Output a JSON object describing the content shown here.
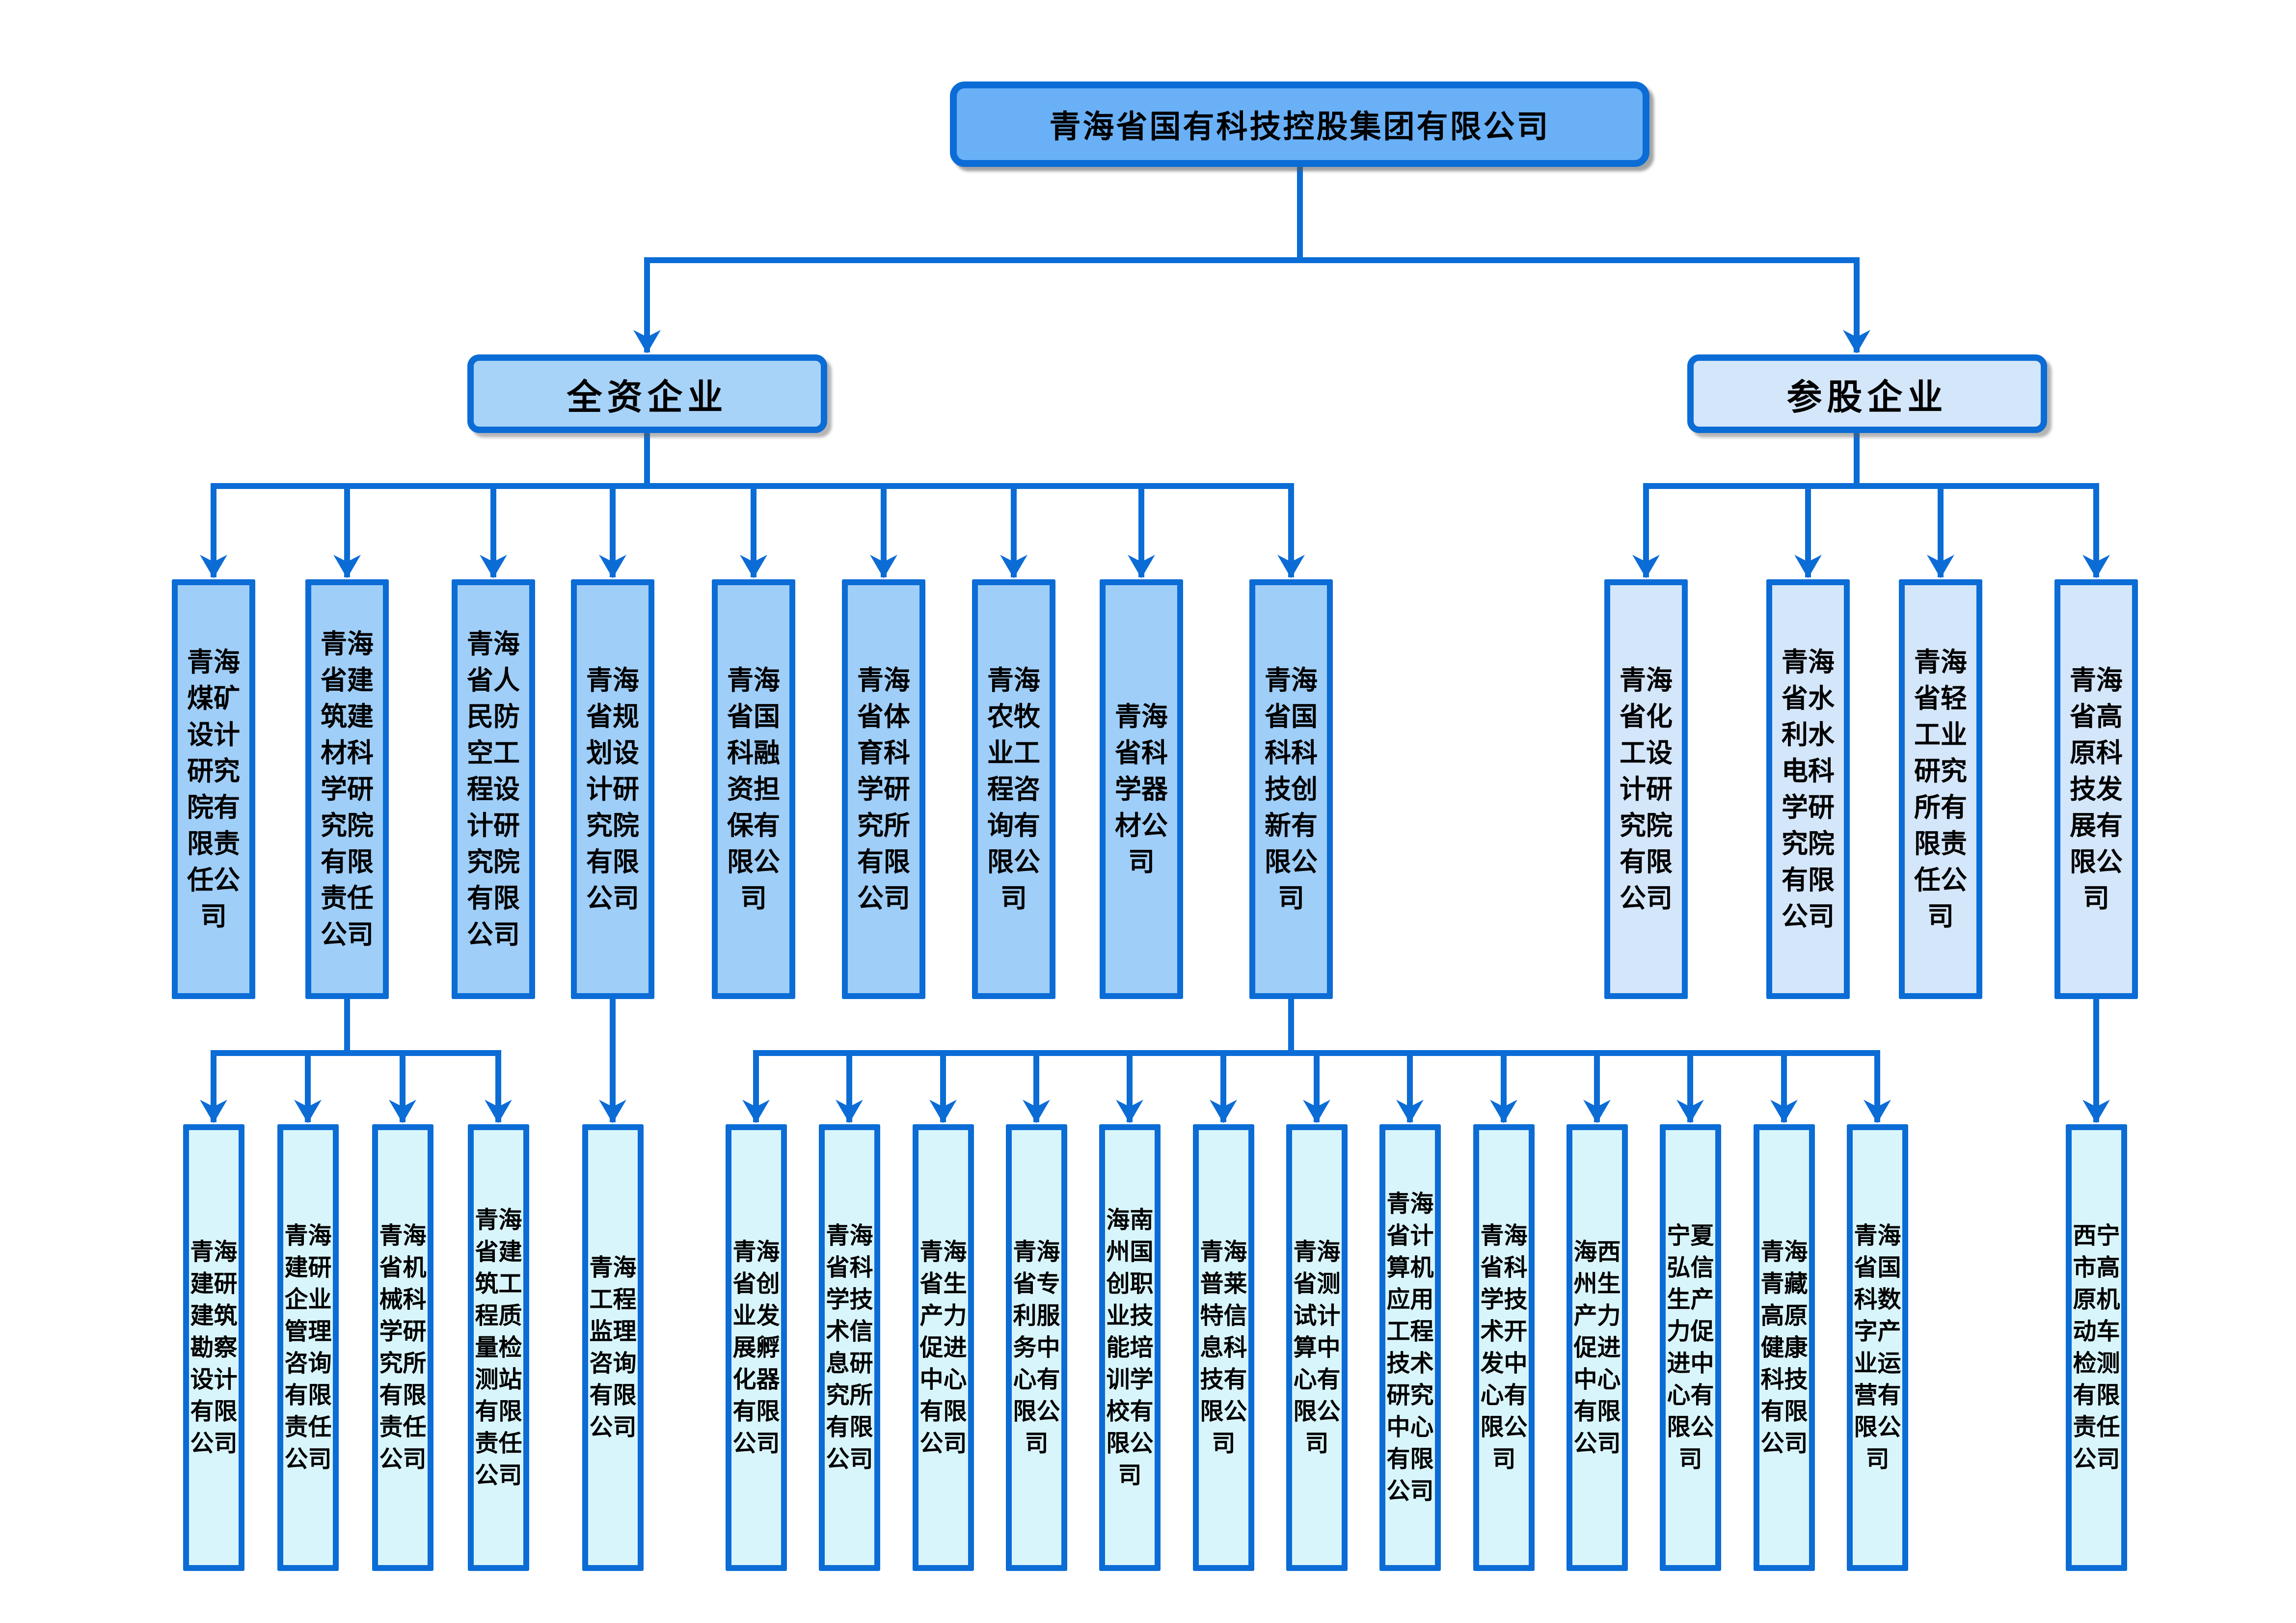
{
  "title": "青海省国有科技控股集团有限公司",
  "groups": {
    "wholly_owned": {
      "label": "全资企业",
      "companies": [
        "青海煤矿设计研究院有限责任公司",
        "青海省建筑建材科学研究院有限责任公司",
        "青海省人民防空工程设计研究院有限公司",
        "青海省规划设计研究院有限公司",
        "青海省国科融资担保有限公司",
        "青海省体育科学研究所有限公司",
        "青海农牧业工程咨询有限公司",
        "青海省科学器材公司",
        "青海省国科科技创新有限公司"
      ]
    },
    "equity": {
      "label": "参股企业",
      "companies": [
        "青海省化工设计研究院有限公司",
        "青海省水利水电科学研究院有限公司",
        "青海省轻工业研究所有限责任公司",
        "青海省高原科技发展有限公司"
      ]
    }
  },
  "subsidiaries": {
    "under_construction_institute": [
      "青海建研建筑勘察设计有限公司",
      "青海建研企业管理咨询有限责任公司",
      "青海省机械科学研究所有限责任公司",
      "青海省建筑工程质量检测站有限责任公司"
    ],
    "under_planning_institute": [
      "青海工程监理咨询有限公司"
    ],
    "under_guoke_innovation": [
      "青海省创业发展孵化器有限公司",
      "青海省科学技术信息研究所有限公司",
      "青海省生产力促进中心有限公司",
      "青海省专利服务中心有限公司",
      "海南州国创职业技能培训学校有限公司",
      "青海普莱特信息科技有限公司",
      "青海省测试计算中心有限公司",
      "青海省计算机应用工程技术研究中心有限公司",
      "青海省科学技术开发中心有限公司",
      "海西州生产力促进中心有限公司",
      "宁夏弘信生产力促进中心有限公司",
      "青海青藏高原健康科技有限公司",
      "青海省国科数字产业运营有限公司"
    ],
    "under_gaoyuan_tech": [
      "西宁市高原机动车检测有限责任公司"
    ]
  },
  "colors": {
    "line": "#0b6cd6",
    "title_fill": "#69b0f7",
    "group_wholly_fill": "#a8d3f8",
    "group_equity_fill": "#d4e6fa",
    "l2_left_fill": "#9fcef8",
    "l2_right_fill": "#d4e6fa",
    "l3_fill": "#d9f5fc",
    "text": "#000000"
  }
}
